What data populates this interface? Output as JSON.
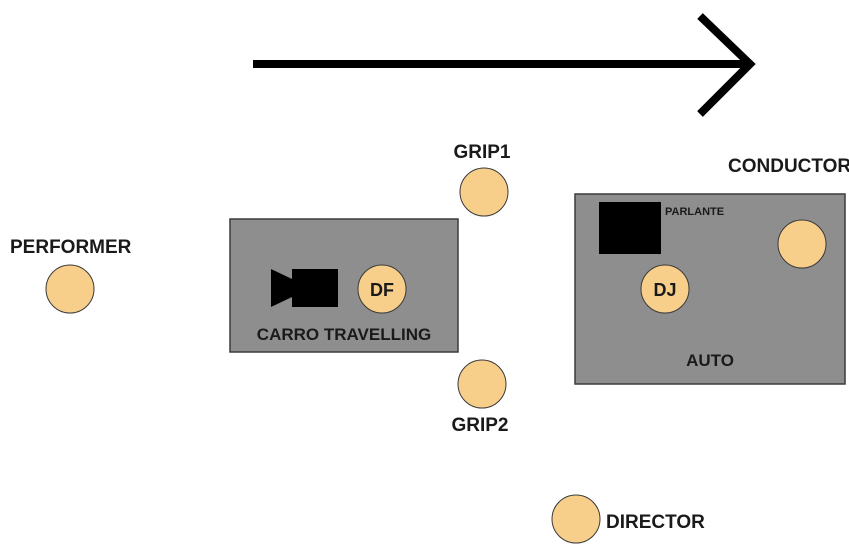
{
  "labels": {
    "performer": "PERFORMER",
    "grip1": "GRIP1",
    "grip2": "GRIP2",
    "conductor": "CONDUCTOR",
    "parlante": "PARLANTE",
    "df": "DF",
    "dj": "DJ",
    "carro_travelling": "CARRO TRAVELLING",
    "auto": "AUTO",
    "director": "DIRECTOR"
  },
  "icons": {
    "direction": "right-arrow-icon",
    "camera": "video-camera-icon",
    "speaker": "speaker-block-icon"
  },
  "colors": {
    "person_fill": "#f7cf8a",
    "person_stroke": "#3a3a3a",
    "vehicle_fill": "#8e8e8e",
    "vehicle_stroke": "#3c3c3c",
    "ink": "#000000"
  }
}
